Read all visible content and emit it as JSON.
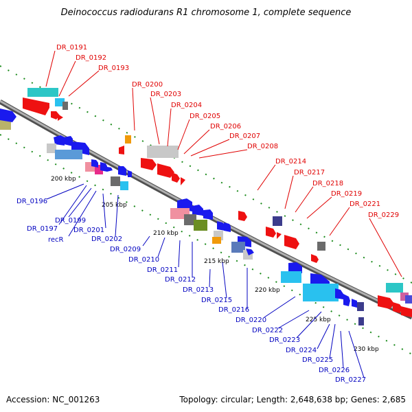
{
  "title": "Deinococcus radiodurans R1 chromosome 1, complete sequence",
  "footer": {
    "accession": "Accession: NC_001263",
    "summary": "Topology: circular; Length: 2,648,638 bp; Genes: 2,685"
  },
  "colors": {
    "forward_label": "#e00000",
    "reverse_label": "#0000c0",
    "backbone": "#888888",
    "tick": "#1a8a1a"
  },
  "kbp_labels": [
    "200 kbp",
    "205 kbp",
    "210 kbp",
    "215 kbp",
    "220 kbp",
    "225 kbp",
    "230 kbp"
  ],
  "forward_genes": [
    "DR_0191",
    "DR_0192",
    "DR_0193",
    "DR_0200",
    "DR_0203",
    "DR_0204",
    "DR_0205",
    "DR_0206",
    "DR_0207",
    "DR_0208",
    "DR_0214",
    "DR_0217",
    "DR_0218",
    "DR_0219",
    "DR_0221",
    "DR_0229"
  ],
  "reverse_genes": [
    "DR_0196",
    "DR_0197",
    "DR_0199",
    "recR",
    "DR_0201",
    "DR_0202",
    "DR_0209",
    "DR_0210",
    "DR_0211",
    "DR_0212",
    "DR_0213",
    "DR_0215",
    "DR_0216",
    "DR_0220",
    "DR_0222",
    "DR_0223",
    "DR_0224",
    "DR_0225",
    "DR_0226",
    "DR_0227"
  ]
}
